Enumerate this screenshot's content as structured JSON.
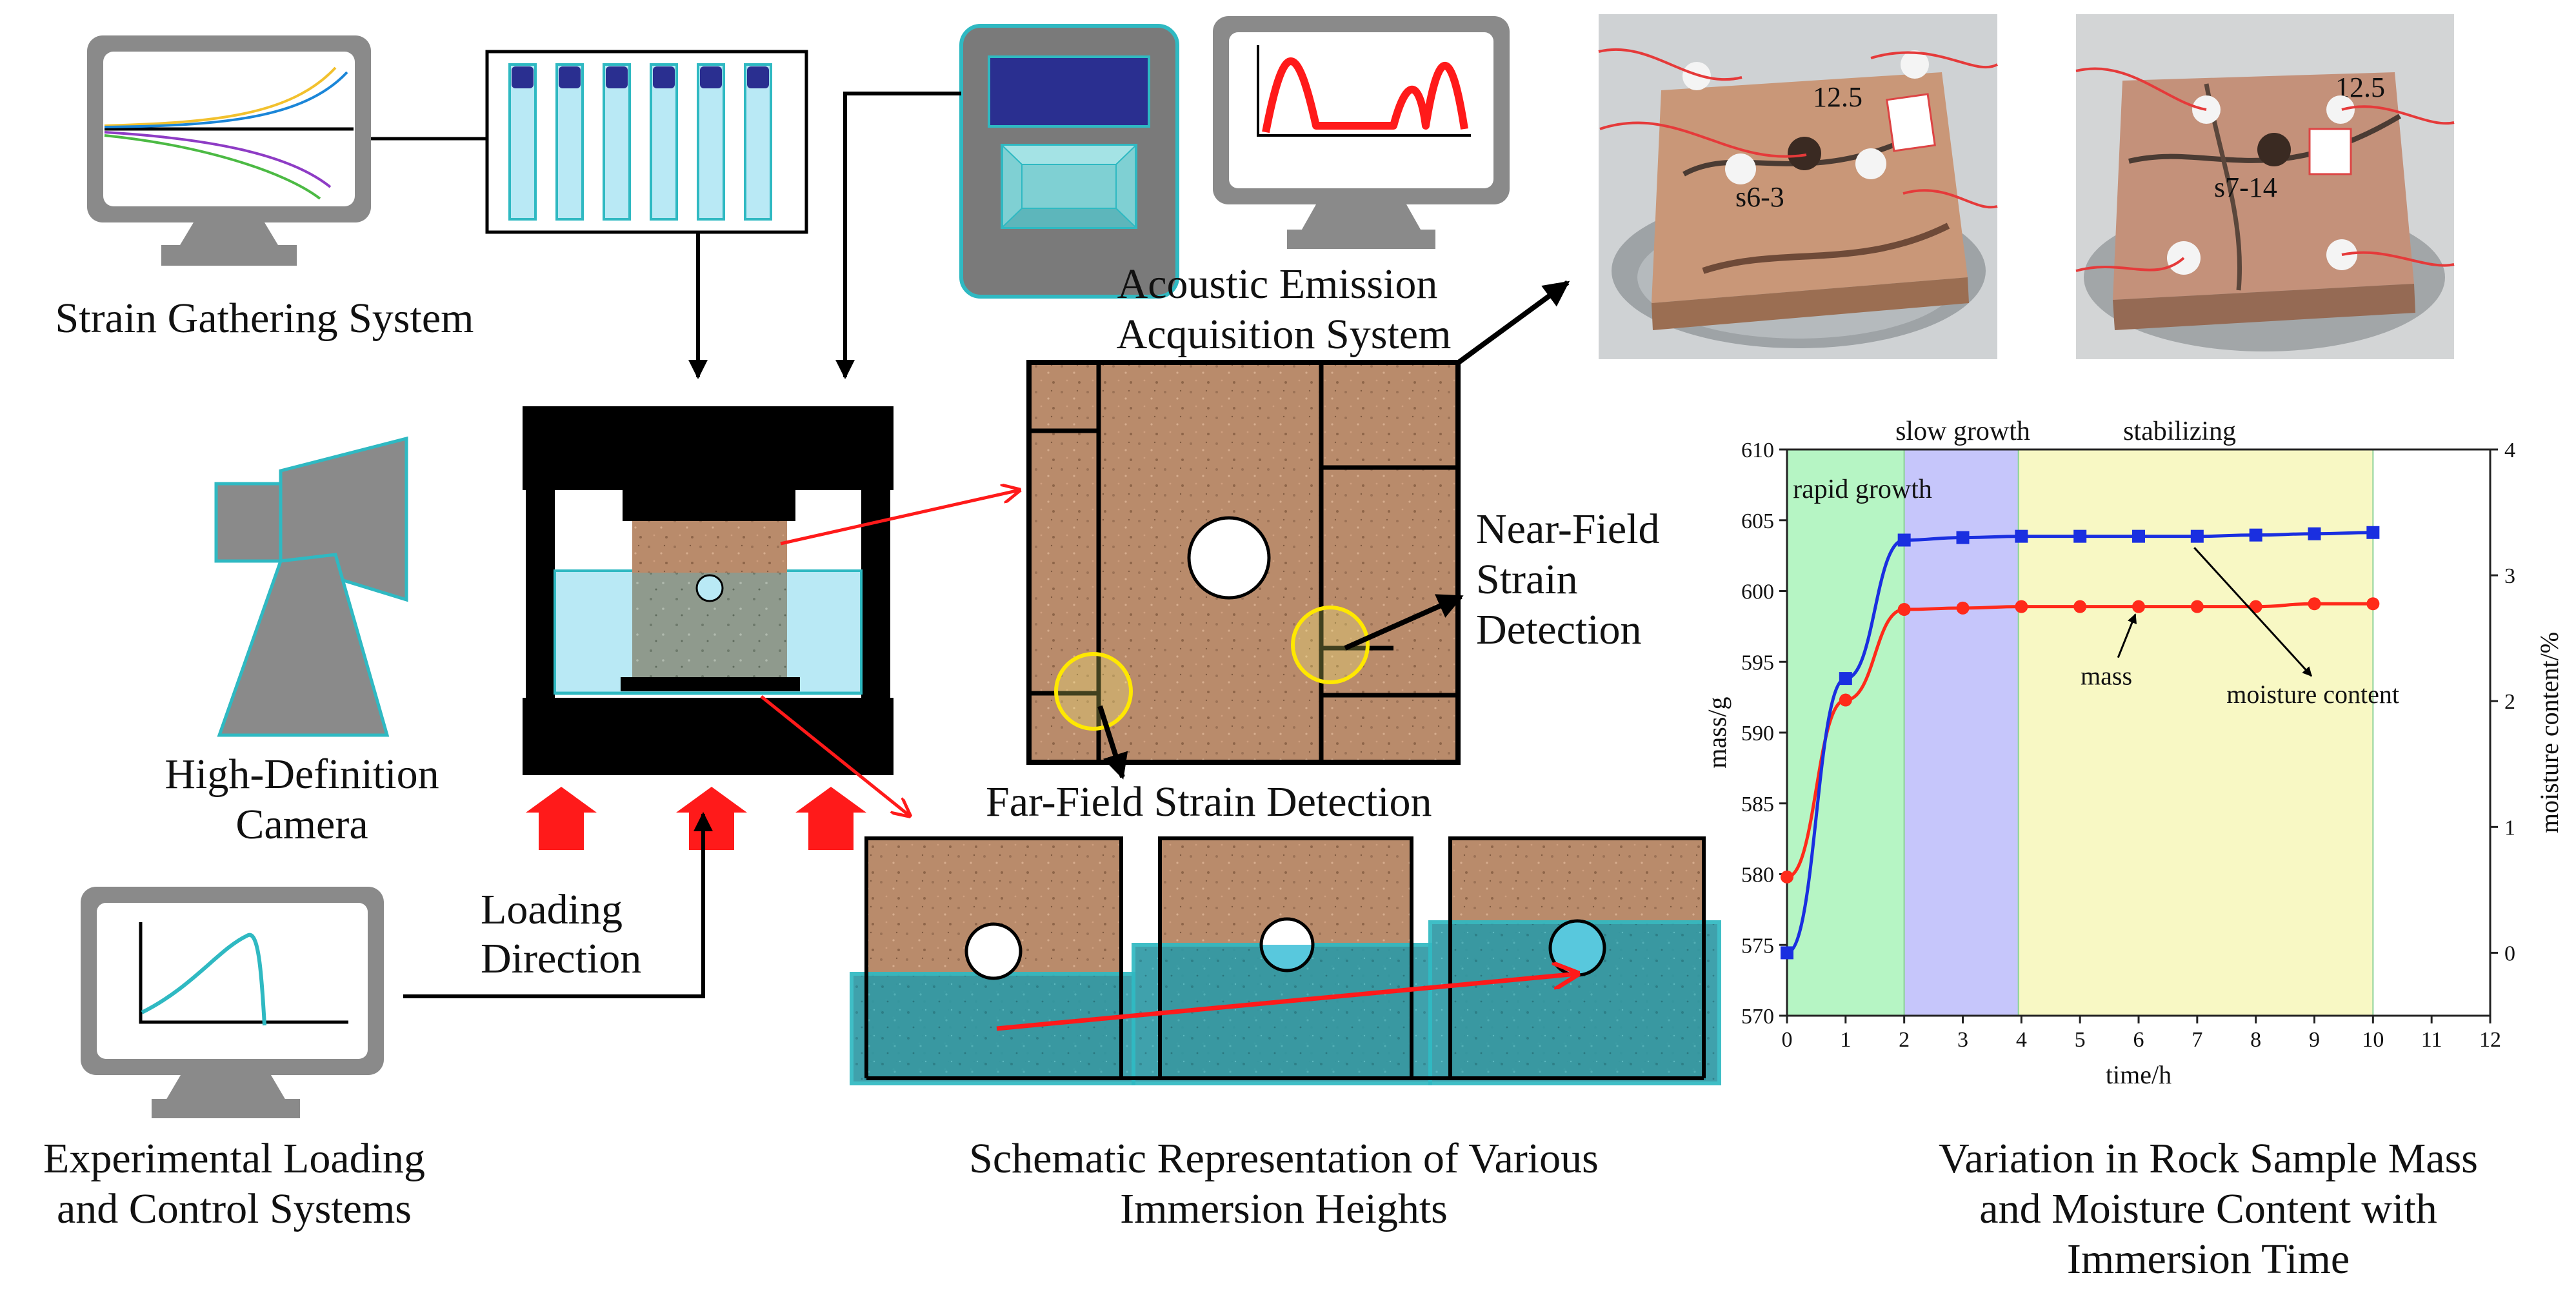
{
  "labels": {
    "strain_system": "Strain Gathering System",
    "ae_system_1": "Acoustic Emission",
    "ae_system_2": "Acquisition System",
    "camera_1": "High-Definition",
    "camera_2": "Camera",
    "loading_dir_1": "Loading",
    "loading_dir_2": "Direction",
    "loading_ctrl_1": "Experimental Loading",
    "loading_ctrl_2": "and Control Systems",
    "near_field_1": "Near-Field",
    "near_field_2": "Strain",
    "near_field_3": "Detection",
    "far_field": "Far-Field Strain Detection",
    "immersion_caption_1": "Schematic Representation of Various",
    "immersion_caption_2": "Immersion Heights",
    "chart_caption_1": "Variation in Rock Sample Mass",
    "chart_caption_2": "and Moisture Content with",
    "chart_caption_3": "Immersion Time"
  },
  "photo_marks": {
    "left": [
      "12.5",
      "s6-3"
    ],
    "right": [
      "12.5",
      "s7-14"
    ]
  },
  "colors": {
    "rock": "#b98b6b",
    "water": "#2f9aa6",
    "water_light": "#b9e9f5",
    "ae_device": "#7a7a7a",
    "ae_screen": "#2a2f90",
    "ae_panel": "#7fd0d3",
    "channel": "#2a2f90",
    "monitor_frame": "#8a8a8a",
    "arrow_red": "#ff1a1a",
    "phase_rapid": "#b6f5c4",
    "phase_slow": "#c6c6fb",
    "phase_stable": "#f8f8c4",
    "mass_series": "#ff2a1a",
    "moisture_series": "#1a2fe0"
  },
  "icons": [
    "monitor-icon",
    "camera-icon",
    "acoustic-device-icon",
    "strain-channel-icon",
    "press-frame-icon"
  ],
  "chart_data": {
    "type": "line",
    "xlabel": "time/h",
    "ylabel": "mass/g",
    "y2label": "moisture content/%",
    "xlim": [
      0,
      12
    ],
    "ylim": [
      570,
      610
    ],
    "y2lim": [
      -0.5,
      4
    ],
    "xticks": [
      0,
      1,
      2,
      3,
      4,
      5,
      6,
      7,
      8,
      9,
      10,
      11,
      12
    ],
    "yticks": [
      570,
      575,
      580,
      585,
      590,
      595,
      600,
      605,
      610
    ],
    "y2ticks": [
      0,
      1,
      2,
      3,
      4
    ],
    "phases": [
      {
        "label": "rapid growth",
        "x0": 0,
        "x1": 2,
        "color": "#b6f5c4"
      },
      {
        "label": "slow growth",
        "x0": 2,
        "x1": 3.95,
        "color": "#c6c6fb"
      },
      {
        "label": "stabilizing",
        "x0": 3.95,
        "x1": 10,
        "color": "#f8f8c4"
      }
    ],
    "series": [
      {
        "name": "mass",
        "axis": "left",
        "color": "#ff2a1a",
        "marker": "circle",
        "x": [
          0,
          1,
          2,
          3,
          4,
          5,
          6,
          7,
          8,
          9,
          10
        ],
        "y": [
          579.8,
          592.3,
          598.7,
          598.8,
          598.9,
          598.9,
          598.9,
          598.9,
          598.9,
          599.1,
          599.1
        ]
      },
      {
        "name": "moisture content",
        "axis": "right",
        "color": "#1a2fe0",
        "marker": "square",
        "x": [
          0,
          1,
          2,
          3,
          4,
          5,
          6,
          7,
          8,
          9,
          10
        ],
        "y": [
          0.0,
          2.18,
          3.28,
          3.3,
          3.31,
          3.31,
          3.31,
          3.31,
          3.32,
          3.33,
          3.34
        ]
      }
    ],
    "annotations": [
      "mass",
      "moisture content"
    ]
  }
}
